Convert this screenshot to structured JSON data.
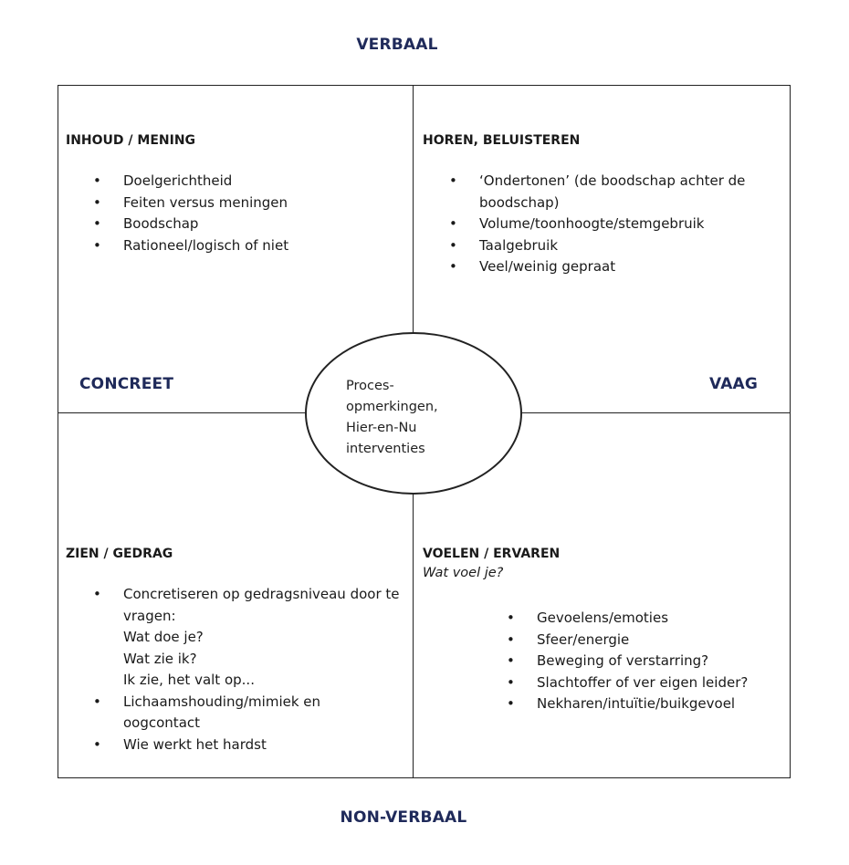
{
  "axes": {
    "top": "VERBAAL",
    "bottom": "NON-VERBAAL",
    "left": "CONCREET",
    "right": "VAAG"
  },
  "colors": {
    "axis_label": "#1f2a5a",
    "lines": "#222222",
    "text": "#1a1a1a"
  },
  "quadrants": {
    "top_left": {
      "title": "INHOUD / MENING",
      "items": [
        "Doelgerichtheid",
        "Feiten versus meningen",
        "Boodschap",
        "Rationeel/logisch of niet"
      ]
    },
    "top_right": {
      "title": "HOREN, BELUISTEREN",
      "items": [
        "‘Ondertonen’ (de boodschap achter de boodschap)",
        "Volume/toonhoogte/stemgebruik",
        "Taalgebruik",
        "Veel/weinig gepraat"
      ]
    },
    "bottom_left": {
      "title": "ZIEN / GEDRAG",
      "items": [
        {
          "text": "Concretiseren op gedragsniveau door te vragen:",
          "sublines": [
            "Wat doe je?",
            "Wat zie ik?",
            "Ik zie, het valt op..."
          ]
        },
        {
          "text": "Lichaamshouding/mimiek en oogcontact"
        },
        {
          "text": "Wie werkt het hardst"
        }
      ]
    },
    "bottom_right": {
      "title": "VOELEN / ERVAREN",
      "subtitle": "Wat voel je?",
      "items": [
        "Gevoelens/emoties",
        "Sfeer/energie",
        "Beweging of verstarring?",
        "Slachtoffer of ver eigen leider?",
        "Nekharen/intuïtie/buikgevoel"
      ]
    }
  },
  "center": {
    "lines": [
      "Proces-",
      "opmerkingen,",
      "Hier-en-Nu",
      "interventies"
    ]
  }
}
